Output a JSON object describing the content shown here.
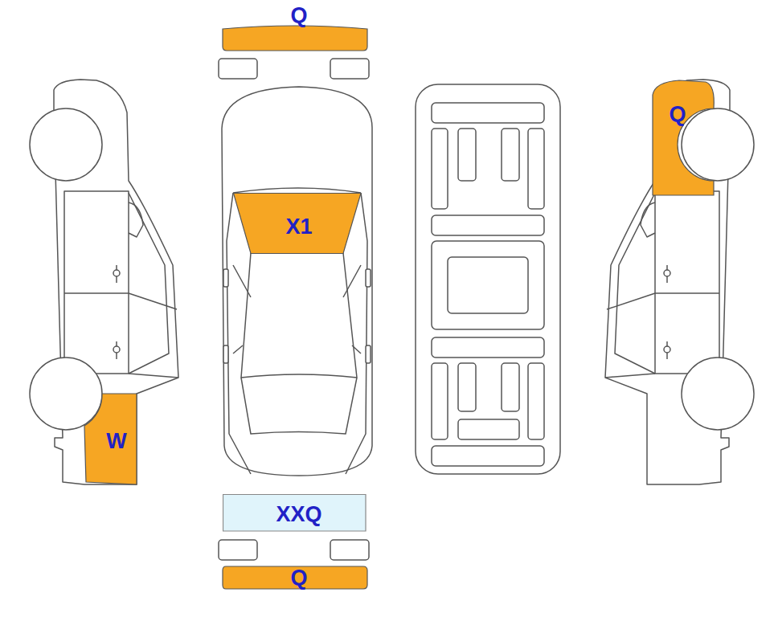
{
  "diagram": {
    "nodes": [
      {
        "text": [
          "Q"
        ]
      },
      {
        "text": [
          "Q"
        ]
      },
      {
        "text": [
          "X1"
        ]
      },
      {
        "text": [
          "W"
        ]
      },
      {
        "text": [
          "XXQ"
        ]
      },
      {
        "text": [
          "Q"
        ]
      }
    ]
  }
}
